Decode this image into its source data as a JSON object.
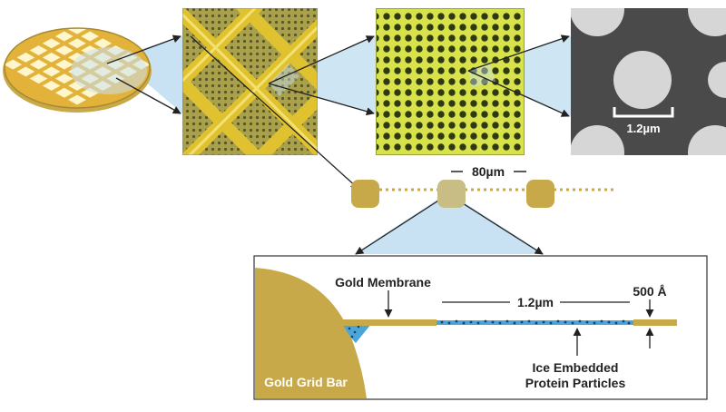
{
  "labels": {
    "sem_scale": "1.2µm",
    "grid_spacing": "80µm",
    "gold_membrane": "Gold Membrane",
    "hole_width": "1.2µm",
    "membrane_thickness": "500 Å",
    "ice_line1": "Ice Embedded",
    "ice_line2": "Protein Particles",
    "grid_bar": "Gold Grid Bar"
  },
  "colors": {
    "gold": "#c8a94a",
    "gold_dark": "#a88a2e",
    "grid_gold": "#e0c230",
    "callout_blue": "#c9e2f3",
    "ice_blue": "#4aa6d8",
    "sem_background": "#4a4a4a",
    "sem_hole": "#d6d6d6"
  }
}
